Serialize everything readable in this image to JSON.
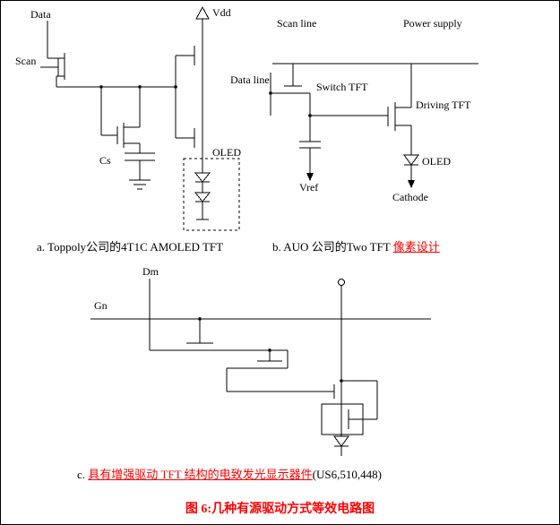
{
  "colors": {
    "line": "#000000",
    "accent_red": "#ff0000",
    "background": "#ffffff"
  },
  "circuit_a": {
    "labels": {
      "data": "Data",
      "scan": "Scan",
      "vdd": "Vdd",
      "cs": "Cs",
      "oled": "OLED"
    },
    "caption": "a. Toppoly公司的4T1C AMOLED TFT"
  },
  "circuit_b": {
    "labels": {
      "scan_line": "Scan line",
      "power_supply": "Power supply",
      "data_line": "Data line",
      "switch_tft": "Switch TFT",
      "driving_tft": "Driving TFT",
      "vref": "Vref",
      "oled": "OLED",
      "cathode": "Cathode"
    },
    "caption_prefix": "b. AUO 公司的Two TFT ",
    "caption_highlight": "像素设计"
  },
  "circuit_c": {
    "labels": {
      "dm": "Dm",
      "gn": "Gn"
    },
    "caption_prefix": "c. ",
    "caption_highlight": "具有增强驱动 TFT 结构的电致发光显示器件",
    "caption_suffix": "(US6,510,448)"
  },
  "figure_caption": "图 6:几种有源驱动方式等效电路图"
}
